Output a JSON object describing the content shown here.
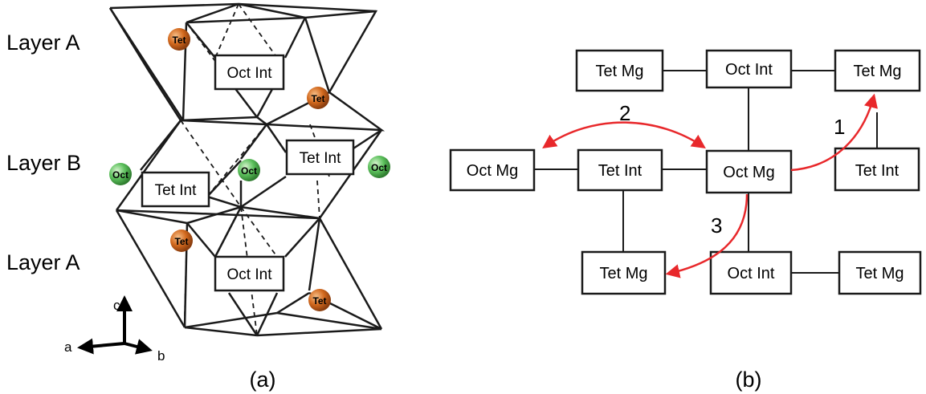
{
  "panel_a": {
    "layer_labels": [
      "Layer A",
      "Layer B",
      "Layer A"
    ],
    "box_labels": [
      "Oct Int",
      "Tet Int",
      "Tet Int",
      "Oct Int"
    ],
    "atom_labels": {
      "tet": "Tet",
      "oct": "Oct"
    },
    "axes": {
      "a": "a",
      "b": "b",
      "c": "c"
    },
    "caption": "(a)"
  },
  "panel_b": {
    "nodes": [
      "Tet Mg",
      "Oct Int",
      "Tet Mg",
      "Oct Mg",
      "Tet Int",
      "Oct Mg",
      "Tet Int",
      "Tet Mg",
      "Oct Int",
      "Tet Mg"
    ],
    "arrow_labels": [
      "1",
      "2",
      "3"
    ],
    "caption": "(b)"
  },
  "colors": {
    "line": "#1a1a1a",
    "arrow": "#e8282b",
    "tet_atom": "#d2691e",
    "oct_atom": "#5cc05c"
  }
}
